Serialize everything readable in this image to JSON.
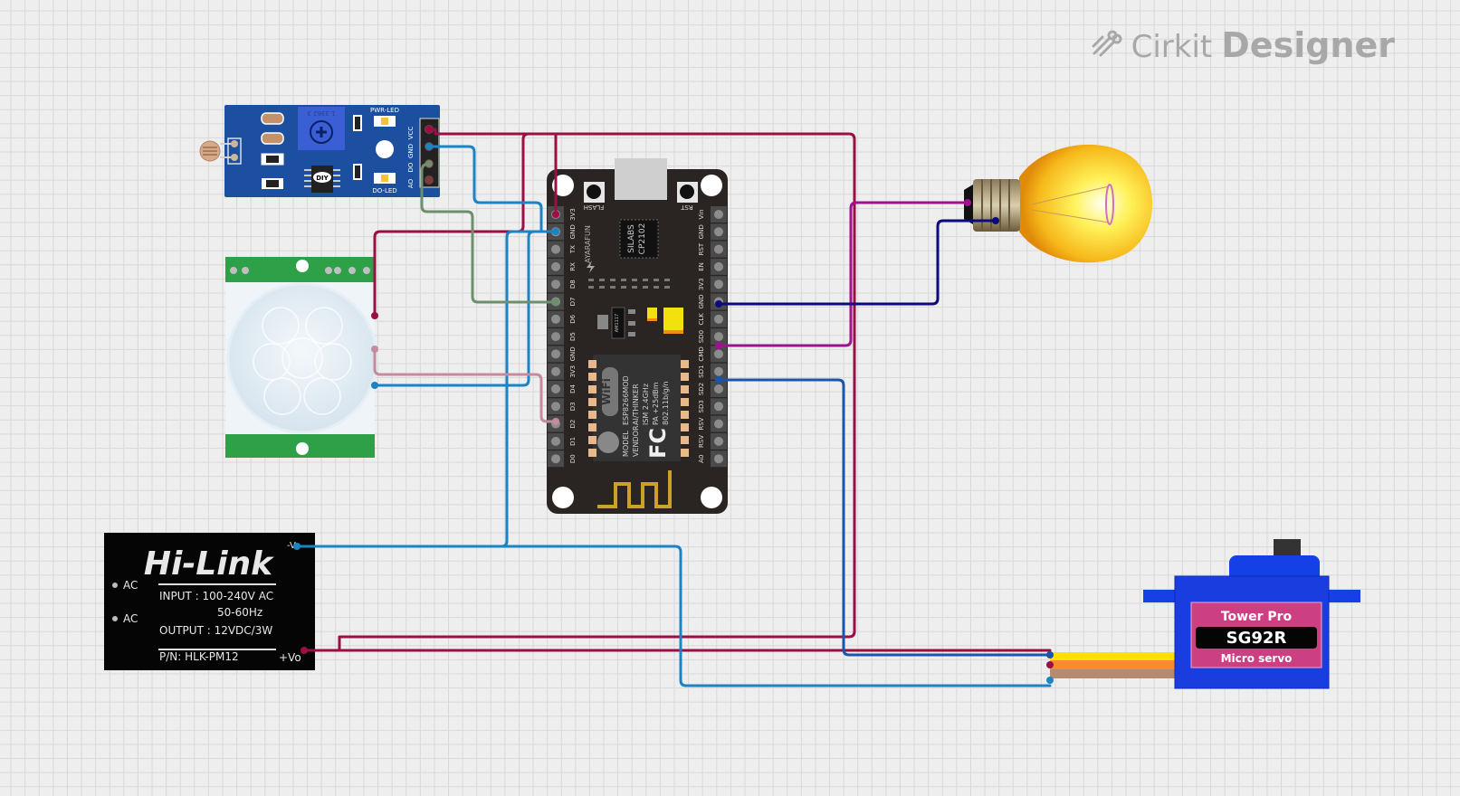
{
  "app": {
    "brand_prefix": "Cirkit",
    "brand_suffix": "Designer",
    "logo_icon": "circuit-traces-icon"
  },
  "components": {
    "ldr_module": {
      "name": "LDR Light Sensor Module",
      "labels": {
        "pwr_led": "PWR-LED",
        "do_led": "DO-LED",
        "chip": "DIY"
      },
      "pins": [
        "VCC",
        "GND",
        "DO",
        "AO"
      ],
      "pot_code": "1 3362 3"
    },
    "pir_sensor": {
      "name": "PIR Motion Sensor HC-SR501"
    },
    "nodemcu": {
      "name": "NodeMCU ESP8266",
      "buttons": {
        "flash": "FLASH",
        "rst": "RST"
      },
      "usb_chip": [
        "SILABS",
        "CP2102"
      ],
      "brand": "AYARAFUN",
      "regulator": "AM1117",
      "module_text": [
        "ESP8266MOD",
        "AI/THINKER",
        "ISM 2.4GHz",
        "PA +25dBm",
        "802.11b/g/n"
      ],
      "model_vendor": [
        "MODEL",
        "VENDOR"
      ],
      "wifi_label": "WiFi",
      "fc_label": "FC",
      "left_pins": [
        "3V3",
        "GND",
        "TX",
        "RX",
        "D8",
        "D7",
        "D6",
        "D5",
        "GND",
        "3V3",
        "D4",
        "D3",
        "D2",
        "D1",
        "D0"
      ],
      "right_pins": [
        "Vin",
        "GND",
        "RST",
        "EN",
        "3V3",
        "GND",
        "CLK",
        "SD0",
        "CMD",
        "SD1",
        "SD2",
        "SD3",
        "RSV",
        "RSV",
        "A0"
      ]
    },
    "bulb": {
      "name": "Incandescent Light Bulb"
    },
    "hilink": {
      "logo": "Hi-Link",
      "ac1": "AC",
      "ac2": "AC",
      "input": "INPUT : 100-240V AC",
      "freq": "50-60Hz",
      "output": "OUTPUT : 12VDC/3W",
      "pn": "P/N: HLK-PM12",
      "vo_minus": "-Vo",
      "vo_plus": "+Vo"
    },
    "servo": {
      "brand": "Tower  Pro",
      "model": "SG92R",
      "type": "Micro servo"
    }
  },
  "wire_colors": {
    "power": "#9b0f45",
    "ground": "#1a84c4",
    "ldr_do": "#6e8f6e",
    "pir_out": "#c48b9f",
    "bulb_a": "#a0118f",
    "bulb_b": "#0b0b7a",
    "servo_sig": "#1955a8"
  }
}
